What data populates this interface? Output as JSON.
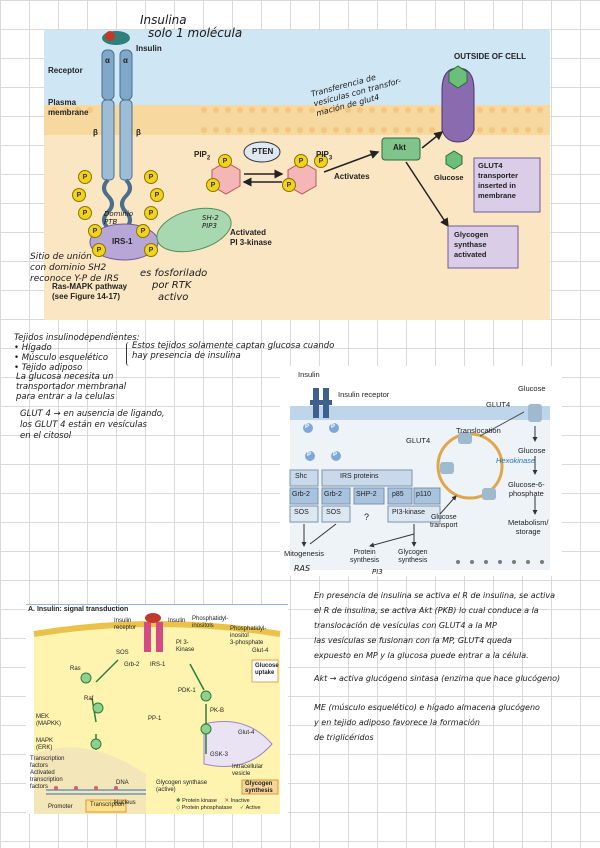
{
  "fig1": {
    "hand_insulina": "Insulina",
    "hand_molecula": "solo 1 molécula",
    "insulin": "Insulin",
    "receptor": "Receptor",
    "alpha": "α",
    "beta": "β",
    "outside": "OUTSIDE OF CELL",
    "plasma1": "Plasma",
    "plasma2": "membrane",
    "pip2": "PIP",
    "pip2_sub": "2",
    "pip3": "PIP",
    "pip3_sub": "3",
    "pten": "PTEN",
    "akt": "Akt",
    "activates": "Activates",
    "glucose": "Glucose",
    "glut4_box": [
      "GLUT4",
      "transporter",
      "inserted in",
      "membrane"
    ],
    "glycogen_box": [
      "Glycogen",
      "synthase",
      "activated"
    ],
    "irs1": "IRS-1",
    "activated_pi3": [
      "Activated",
      "PI 3-kinase"
    ],
    "ras_mapk": [
      "Ras-MAPK pathway",
      "(see Figure 14-17)"
    ],
    "p": "P",
    "hand_ptb": [
      "Dominio",
      "PTB"
    ],
    "hand_sh2": [
      "SH-2",
      "PIP3"
    ],
    "hand_transf": [
      "Transferencia de",
      "vesículas con transfor-",
      "mación de glut4"
    ],
    "hand_sitio": [
      "Sitio de unión",
      "con dominio SH2",
      "reconoce Y-P de IRS"
    ],
    "hand_fosf": [
      "es fosforilado",
      "por RTK",
      "activo"
    ]
  },
  "notes1": {
    "title": "Tejidos insulinodependientes:",
    "items": [
      "Hígado",
      "Músculo esquelético",
      "Tejido adiposo"
    ],
    "side": [
      "Estos tejidos solamente captan glucosa cuando",
      "hay presencia de insulina"
    ],
    "lines": [
      "La glucosa necesita un",
      "transportador membranal",
      "para entrar a la celulas"
    ],
    "glut4_label": "GLUT 4",
    "glut4_arrow": "en ausencia de ligando,",
    "glut4_lines": [
      "los GLUT 4 están en vesículas",
      "en el citosol"
    ]
  },
  "fig2": {
    "insulin": "Insulin",
    "receptor": "Insulin receptor",
    "glucose_top": "Glucose",
    "glut4_top": "GLUT4",
    "glut4_mid": "GLUT4",
    "translocation": "Translocation",
    "hexokinase": "Hexokinase",
    "glucose_mid": "Glucose",
    "g6p": [
      "Glucose-6-",
      "phosphate"
    ],
    "metab": [
      "Metabolism/",
      "storage"
    ],
    "shc": "Shc",
    "irs": "IRS proteins",
    "grb2a": "Grb-2",
    "grb2b": "Grb-2",
    "shp2": "SHP-2",
    "p85": "p85",
    "p110": "p110",
    "sosa": "SOS",
    "sosb": "SOS",
    "pi3k": "PI3-kinase",
    "question": "?",
    "glucose_transport": [
      "Glucose",
      "transport"
    ],
    "mitogenesis": "Mitogenesis",
    "protein": [
      "Protein",
      "synthesis"
    ],
    "glycogen": [
      "Glycogen",
      "synthesis"
    ],
    "p": "P",
    "hand_ras": "RAS",
    "hand_pi3": "PI3"
  },
  "fig3": {
    "title": "A. Insulin: signal transduction",
    "labels": {
      "insulin_receptor": [
        "Insulin",
        "receptor"
      ],
      "insulin": "Insulin",
      "phosphatidyl": [
        "Phosphatidyl-",
        "inositols"
      ],
      "phosphatidyl3": [
        "Phosphatidyl-",
        "inositol",
        "3-phosphate"
      ],
      "sos": "SOS",
      "grb2": "Grb-2",
      "irs1": "IRS-1",
      "pi3": [
        "PI 3-",
        "Kinase"
      ],
      "glut4": "Glut-4",
      "ras": "Ras",
      "raf": "Raf",
      "mek": [
        "MEK",
        "(MAPKK)"
      ],
      "mapk": [
        "MAPK",
        "(ERK)"
      ],
      "pdk1": "PDK-1",
      "pp1": "PP-1",
      "pkb": "PK-B",
      "gsk3": "GSK-3",
      "glucose_uptake": [
        "Glucose",
        "uptake"
      ],
      "glut4b": "Glut-4",
      "intracellular": [
        "Intracellular",
        "vesicle"
      ],
      "transcription": [
        "Transcription",
        "factors"
      ],
      "activated_tf": [
        "Activated",
        "transcription",
        "factors"
      ],
      "dna": "DNA",
      "nucleus": "Nucleus",
      "promoter": "Promoter",
      "transcription_box": "Transcription",
      "glycogen_synthase": [
        "Glycogen synthase",
        "(active)"
      ],
      "glycogen_synthesis": [
        "Glycogen",
        "synthesis"
      ]
    },
    "legend": [
      "Protein kinase",
      "Protein phosphatase",
      "Inactive",
      "Active"
    ]
  },
  "notes2": {
    "p1": [
      "En presencia de insulina se activa el R de insulina, se activa",
      "el R de insulina, se activa Akt (PKB) lo cual conduce a la",
      "translocación de vesículas con GLUT4 a la MP",
      "las vesículas se fusionan con la MP, GLUT4 queda",
      "expuesto en MP y la glucosa puede entrar a la célula."
    ],
    "p2": "Akt → activa glucógeno sintasa (enzima que hace glucógeno)",
    "p3": [
      "ME (músculo esquelético) e hígado almacena glucógeno",
      "y en tejido adiposo favorece la formación",
      "de triglicéridos"
    ]
  },
  "colors": {
    "plasma_top": "#f7d9a0",
    "cell_bg": "#fbe6c3",
    "outside_bg": "#cfe6f5",
    "receptor_blue": "#7fa8c9",
    "irs_purple": "#b7a6d6",
    "pi3k_green": "#a8d8b0",
    "akt_green": "#7fc48b",
    "pip_pink": "#f4b6b6",
    "glut4_purple": "#8a6bb0",
    "box_lavender": "#d9cde8",
    "pbadge": "#f2d21a"
  }
}
